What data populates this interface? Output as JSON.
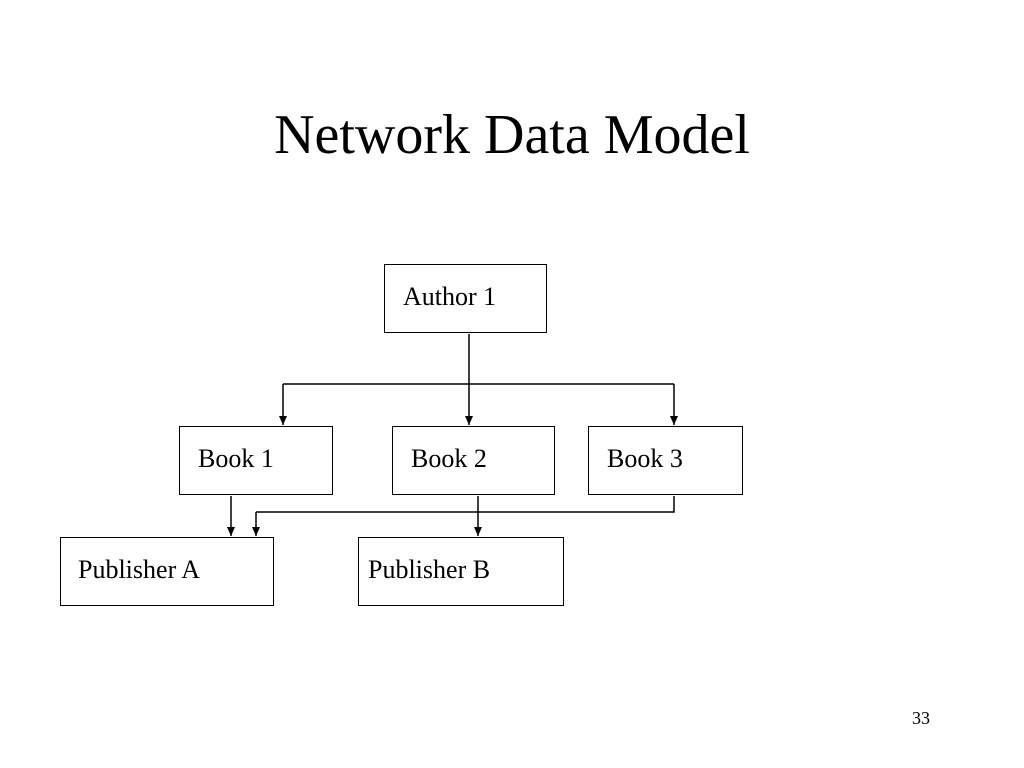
{
  "slide": {
    "title": "Network Data Model",
    "page_number": "33"
  },
  "diagram": {
    "nodes": {
      "author_1": "Author 1",
      "book_1": "Book 1",
      "book_2": "Book 2",
      "book_3": "Book 3",
      "publisher_a": "Publisher A",
      "publisher_b": "Publisher B"
    },
    "edges": [
      {
        "from": "Author 1",
        "to": "Book 1"
      },
      {
        "from": "Author 1",
        "to": "Book 2"
      },
      {
        "from": "Author 1",
        "to": "Book 3"
      },
      {
        "from": "Book 1",
        "to": "Publisher A"
      },
      {
        "from": "Book 3",
        "to": "Publisher A"
      },
      {
        "from": "Book 2",
        "to": "Publisher B"
      }
    ],
    "line_color": "#000000"
  }
}
